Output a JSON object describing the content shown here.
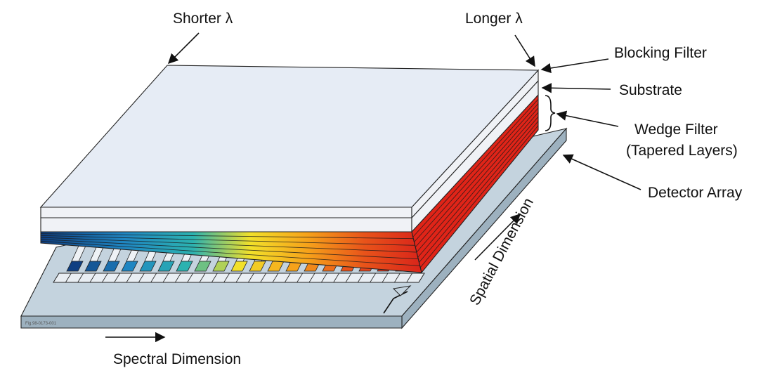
{
  "labels": {
    "shorter": "Shorter λ",
    "longer": "Longer λ",
    "blocking_filter": "Blocking Filter",
    "substrate": "Substrate",
    "wedge_filter_1": "Wedge Filter",
    "wedge_filter_2": "(Tapered Layers)",
    "detector_array": "Detector Array",
    "spatial_dimension": "Spatial Dimension",
    "spectral_dimension": "Spectral Dimension",
    "figure_id": "Fig.98-0173-001"
  },
  "colors": {
    "top_face": "#e6ecf5",
    "layer_light": "#f0f2f6",
    "detector": "#c4d3de",
    "detector_dark": "#9db1bf",
    "wedge_red": "#e02418",
    "spectrum": [
      "#0f3f82",
      "#1f86c2",
      "#2cb2b0",
      "#f2e02a",
      "#f6a21a",
      "#e8531a",
      "#d9241a"
    ]
  },
  "icons": {
    "arrow_marker": "arrowhead-icon",
    "slit_marker": "triangle-marker-icon"
  }
}
